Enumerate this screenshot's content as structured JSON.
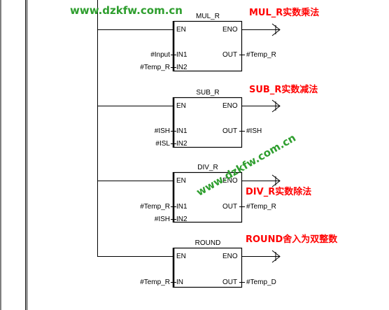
{
  "watermark": {
    "text": "www.dzkfw.com.cn"
  },
  "blocks": [
    {
      "name": "MUL_R",
      "en": "EN",
      "eno": "ENO",
      "in1_label": "IN1",
      "in2_label": "IN2",
      "out_label": "OUT",
      "in1_operand": "#Input",
      "in2_operand": "#Temp_R",
      "out_operand": "#Temp_R",
      "note": "MUL_R实数乘法"
    },
    {
      "name": "SUB_R",
      "en": "EN",
      "eno": "ENO",
      "in1_label": "IN1",
      "in2_label": "IN2",
      "out_label": "OUT",
      "in1_operand": "#ISH",
      "in2_operand": "#ISL",
      "out_operand": "#ISH",
      "note": "SUB_R实数减法"
    },
    {
      "name": "DIV_R",
      "en": "EN",
      "eno": "ENO",
      "in1_label": "IN1",
      "in2_label": "IN2",
      "out_label": "OUT",
      "in1_operand": "#Temp_R",
      "in2_operand": "#ISH",
      "out_operand": "#Temp_R",
      "note": "DIV_R实数除法"
    },
    {
      "name": "ROUND",
      "en": "EN",
      "eno": "ENO",
      "in_label": "IN",
      "out_label": "OUT",
      "in_operand": "#Temp_R",
      "out_operand": "#Temp_D",
      "note": "ROUND舍入为双整数"
    }
  ],
  "colors": {
    "note": "#ff0000",
    "watermark": "#2e9e2e",
    "wire": "#000000"
  }
}
